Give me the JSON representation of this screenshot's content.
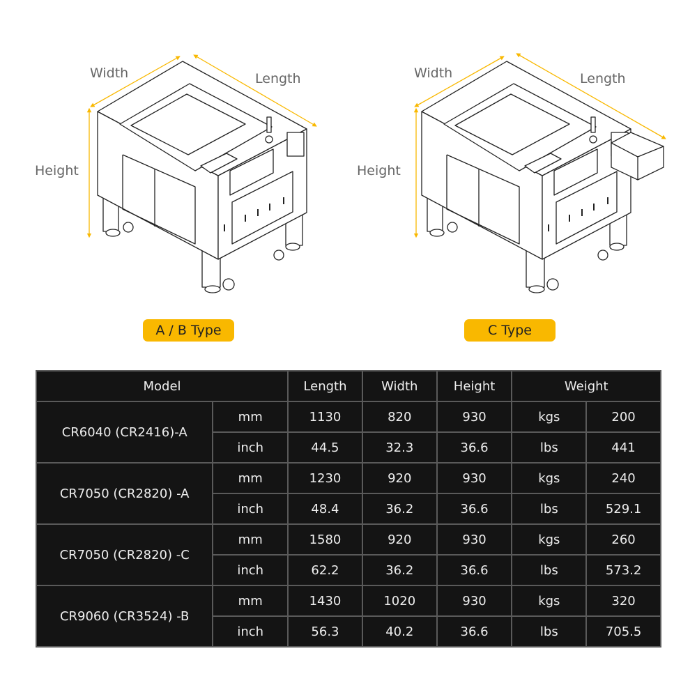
{
  "diagrams": [
    {
      "type_label": "A / B Type",
      "width": "Width",
      "length": "Length",
      "height": "Height"
    },
    {
      "type_label": "C Type",
      "width": "Width",
      "length": "Length",
      "height": "Height"
    }
  ],
  "colors": {
    "accent": "#f9b800",
    "table_bg": "#141414",
    "grid": "#5a5a5a"
  },
  "table": {
    "headers": {
      "model": "Model",
      "length": "Length",
      "width": "Width",
      "height": "Height",
      "weight": "Weight"
    },
    "rows": [
      {
        "model": "CR6040 (CR2416)-A",
        "mm": {
          "unit": "mm",
          "length": "1130",
          "width": "820",
          "height": "930",
          "wunit": "kgs",
          "weight": "200"
        },
        "inch": {
          "unit": "inch",
          "length": "44.5",
          "width": "32.3",
          "height": "36.6",
          "wunit": "lbs",
          "weight": "441"
        }
      },
      {
        "model": "CR7050 (CR2820) -A",
        "mm": {
          "unit": "mm",
          "length": "1230",
          "width": "920",
          "height": "930",
          "wunit": "kgs",
          "weight": "240"
        },
        "inch": {
          "unit": "inch",
          "length": "48.4",
          "width": "36.2",
          "height": "36.6",
          "wunit": "lbs",
          "weight": "529.1"
        }
      },
      {
        "model": "CR7050 (CR2820) -C",
        "mm": {
          "unit": "mm",
          "length": "1580",
          "width": "920",
          "height": "930",
          "wunit": "kgs",
          "weight": "260"
        },
        "inch": {
          "unit": "inch",
          "length": "62.2",
          "width": "36.2",
          "height": "36.6",
          "wunit": "lbs",
          "weight": "573.2"
        }
      },
      {
        "model": "CR9060 (CR3524) -B",
        "mm": {
          "unit": "mm",
          "length": "1430",
          "width": "1020",
          "height": "930",
          "wunit": "kgs",
          "weight": "320"
        },
        "inch": {
          "unit": "inch",
          "length": "56.3",
          "width": "40.2",
          "height": "36.6",
          "wunit": "lbs",
          "weight": "705.5"
        }
      }
    ]
  }
}
